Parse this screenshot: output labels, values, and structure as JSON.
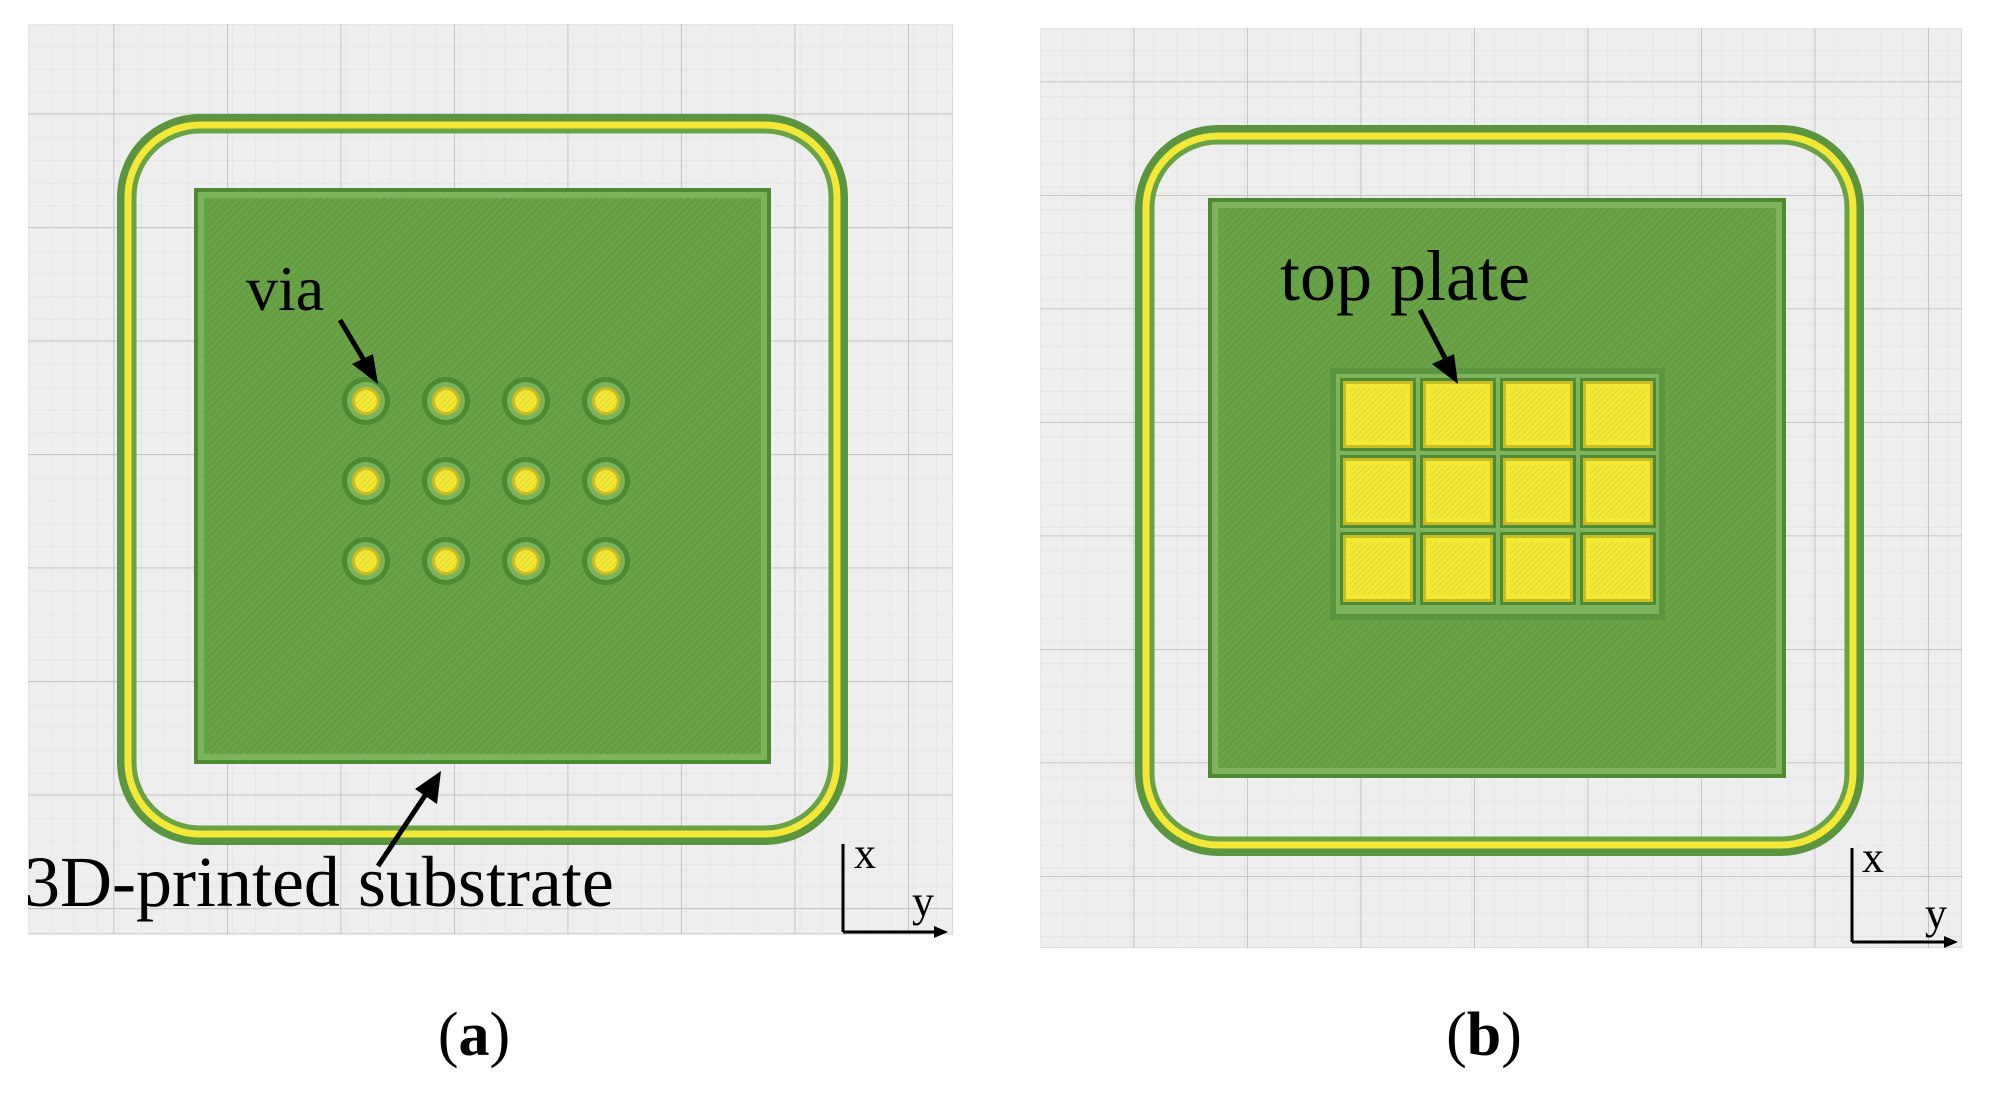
{
  "colors": {
    "bed": "#eeeeee",
    "grid_fine": "#e0e0e0",
    "grid_major": "#b9b9b9",
    "green": "#6aa246",
    "green_dark": "#4e8a34",
    "yellow": "#f3e836",
    "yellow_dark": "#c9bd22"
  },
  "panel_a": {
    "callout_via": "via",
    "callout_substrate": "3D-printed substrate",
    "axis_x": "x",
    "axis_y": "y",
    "caption_open": "(",
    "caption_letter": "a",
    "caption_close": ")",
    "via_grid": {
      "rows": 3,
      "cols": 4
    }
  },
  "panel_b": {
    "callout_plate": "top plate",
    "axis_x": "x",
    "axis_y": "y",
    "caption_open": "(",
    "caption_letter": "b",
    "caption_close": ")",
    "plate_grid": {
      "rows": 3,
      "cols": 4
    }
  }
}
